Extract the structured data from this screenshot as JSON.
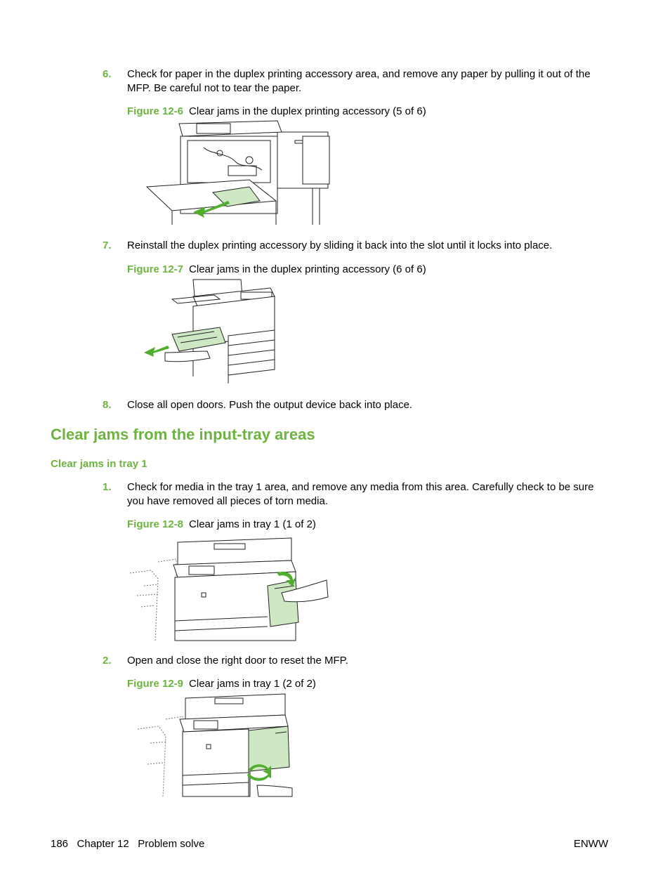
{
  "steps": [
    {
      "num": "6.",
      "text": "Check for paper in the duplex printing accessory area, and remove any paper by pulling it out of the MFP. Be careful not to tear the paper."
    },
    {
      "num": "7.",
      "text": "Reinstall the duplex printing accessory by sliding it back into the slot until it locks into place."
    },
    {
      "num": "8.",
      "text": "Close all open doors. Push the output device back into place."
    },
    {
      "num": "1.",
      "text": "Check for media in the tray 1 area, and remove any media from this area. Carefully check to be sure you have removed all pieces of torn media."
    },
    {
      "num": "2.",
      "text": "Open and close the right door to reset the MFP."
    }
  ],
  "figures": [
    {
      "label": "Figure 12-6",
      "caption": "Clear jams in the duplex printing accessory (5 of 6)"
    },
    {
      "label": "Figure 12-7",
      "caption": "Clear jams in the duplex printing accessory (6 of 6)"
    },
    {
      "label": "Figure 12-8",
      "caption": "Clear jams in tray 1 (1 of 2)"
    },
    {
      "label": "Figure 12-9",
      "caption": "Clear jams in tray 1 (2 of 2)"
    }
  ],
  "section_heading": "Clear jams from the input-tray areas",
  "subsection_heading": "Clear jams in tray 1",
  "footer": {
    "left": "186   Chapter 12   Problem solve",
    "right": "ENWW"
  },
  "colors": {
    "accent": "#6db33f",
    "highlight": "#cfe8c4"
  }
}
